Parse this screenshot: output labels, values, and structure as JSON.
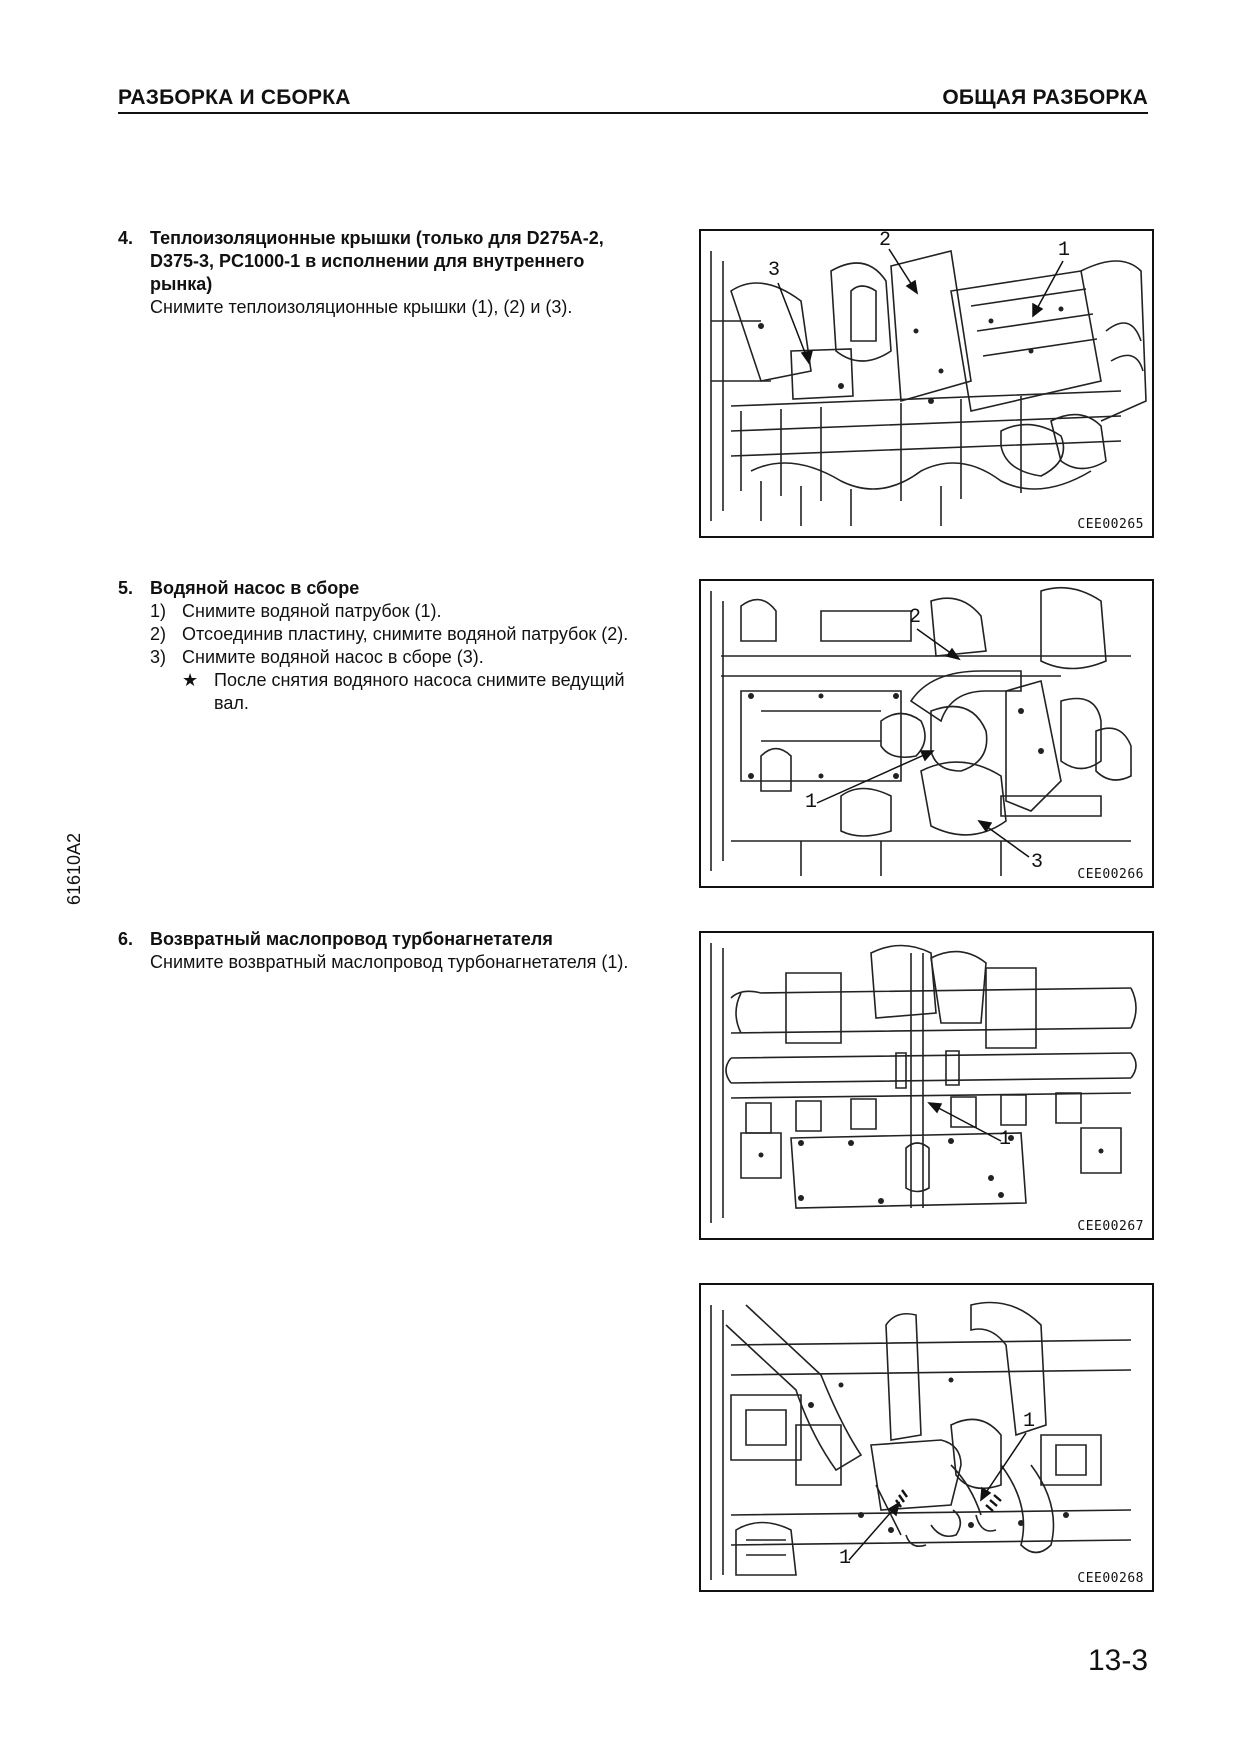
{
  "header": {
    "left": "РАЗБОРКА И СБОРКА",
    "right": "ОБЩАЯ РАЗБОРКА"
  },
  "side_code": "61610A2",
  "page_number": "13-3",
  "sections": [
    {
      "num": "4.",
      "title": "Теплоизоляционные крышки (только для D275A-2, D375-3, PC1000-1 в исполнении для внутреннего рынка)",
      "text": "Снимите теплоизоляционные крышки (1), (2) и (3)."
    },
    {
      "num": "5.",
      "title": "Водяной насос в сборе",
      "steps": [
        {
          "num": "1)",
          "text": "Снимите водяной патрубок (1)."
        },
        {
          "num": "2)",
          "text": "Отсоединив пластину, снимите водяной патрубок (2)."
        },
        {
          "num": "3)",
          "text": "Снимите водяной насос в сборе (3)."
        }
      ],
      "note_symbol": "★",
      "note": "После снятия водяного насоса снимите ведущий вал."
    },
    {
      "num": "6.",
      "title": "Возвратный маслопровод турбонагнетателя",
      "text": "Снимите возвратный маслопровод турбонагнетателя (1)."
    }
  ],
  "figures": [
    {
      "code": "CEE00265",
      "callouts": [
        "1",
        "2",
        "3"
      ]
    },
    {
      "code": "CEE00266",
      "callouts": [
        "1",
        "2",
        "3"
      ]
    },
    {
      "code": "CEE00267",
      "callouts": [
        "1"
      ]
    },
    {
      "code": "CEE00268",
      "callouts": [
        "1",
        "1"
      ]
    }
  ]
}
